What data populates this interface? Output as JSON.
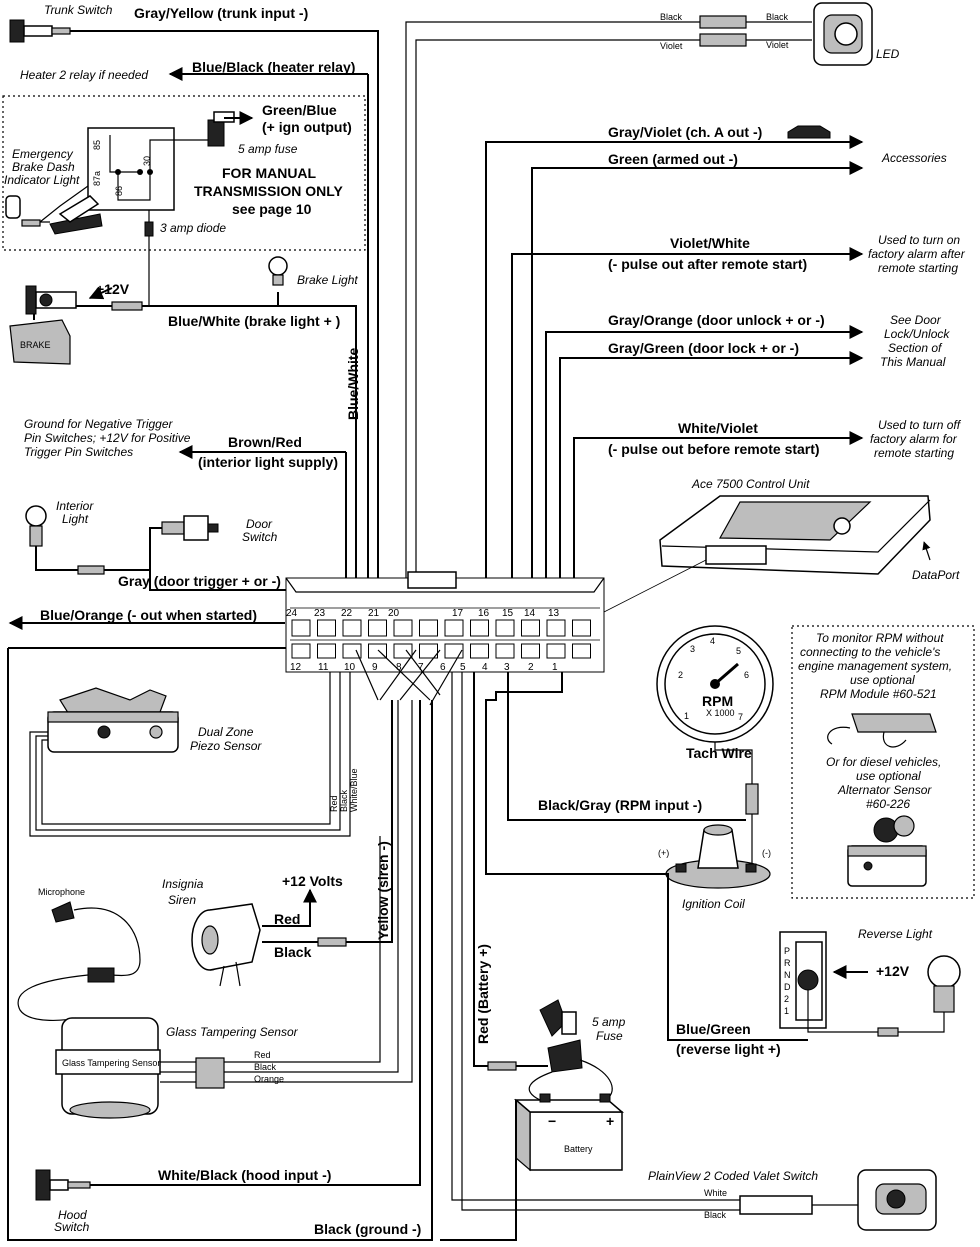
{
  "wires": {
    "trunk_input": "Gray/Yellow  (trunk input -)",
    "heater_relay": "Blue/Black (heater relay)",
    "ign_output_1": "Green/Blue",
    "ign_output_2": "(+ ign output)",
    "brake_light": "Blue/White  (brake light + )",
    "blue_white_vertical": "Blue/White",
    "interior_light_supply_1": "Brown/Red",
    "interior_light_supply_2": "(interior light supply)",
    "door_trigger": "Gray  (door trigger + or -)",
    "out_when_started": "Blue/Orange (- out when started)",
    "ch_a_out": "Gray/Violet  (ch. A out -)",
    "armed_out": "Green (armed out -)",
    "pulse_after_1": "Violet/White",
    "pulse_after_2": "(- pulse out after remote start)",
    "door_unlock": "Gray/Orange  (door unlock  + or -)",
    "door_lock": "Gray/Green     (door lock + or  -)",
    "pulse_before_1": "White/Violet",
    "pulse_before_2": "(- pulse out before remote start)",
    "rpm_input": "Black/Gray (RPM input -)",
    "siren_vertical": "Yellow (siren -)",
    "battery_vertical": "Red (Battery +)",
    "reverse_light_1": "Blue/Green",
    "reverse_light_2": "(reverse light +)",
    "hood_input": "White/Black (hood input -)",
    "ground": "Black (ground -)",
    "plus12v": "+12V",
    "plus12v_reverse": "+12V",
    "plus12_volts": "+12 Volts",
    "siren_red": "Red",
    "siren_black": "Black",
    "led_black_1": "Black",
    "led_black_2": "Black",
    "led_violet_1": "Violet",
    "led_violet_2": "Violet",
    "piezo_red": "Red",
    "piezo_black": "Black",
    "piezo_whiteblue": "White/Blue",
    "glass_red": "Red",
    "glass_black": "Black",
    "glass_orange": "Orange",
    "valet_white": "White",
    "valet_black": "Black",
    "tach_wire": "Tach Wire"
  },
  "components": {
    "trunk_switch": "Trunk Switch",
    "heater_note": "Heater 2 relay if needed",
    "led": "LED",
    "accessories": "Accessories",
    "factory_after_1": "Used to turn on",
    "factory_after_2": "factory alarm after",
    "factory_after_3": "remote starting",
    "door_lock_1": "See Door",
    "door_lock_2": "Lock/Unlock",
    "door_lock_3": "Section of",
    "door_lock_4": "This Manual",
    "factory_before_1": "Used to turn off",
    "factory_before_2": "factory  alarm for",
    "factory_before_3": "remote starting",
    "control_unit": "Ace 7500 Control Unit",
    "dataport": "DataPort",
    "ebrake_1": "Emergency",
    "ebrake_2": "Brake Dash",
    "ebrake_3": "Indicator Light",
    "fuse_5amp": "5 amp fuse",
    "diode": "3 amp diode",
    "manual_1": "FOR MANUAL",
    "manual_2": "TRANSMISSION ONLY",
    "manual_3": "see page 10",
    "brake_light": "Brake Light",
    "brake_pedal": "BRAKE",
    "ground_note_1": "Ground for Negative Trigger",
    "ground_note_2": "Pin Switches; +12V for Positive",
    "ground_note_3": "Trigger Pin Switches",
    "interior_light_1": "Interior",
    "interior_light_2": "Light",
    "door_switch_1": "Door",
    "door_switch_2": "Switch",
    "piezo_1": "Dual Zone",
    "piezo_2": "Piezo Sensor",
    "rpm_note_1": "To monitor RPM without",
    "rpm_note_2": "connecting to the vehicle's",
    "rpm_note_3": "engine management system,",
    "rpm_note_4": "use optional",
    "rpm_note_5": "RPM Module #60-521",
    "diesel_1": "Or for diesel vehicles,",
    "diesel_2": "use optional",
    "diesel_3": "Alternator Sensor",
    "diesel_4": "#60-226",
    "ignition_coil": "Ignition Coil",
    "coil_plus": "(+)",
    "coil_minus": "(-)",
    "microphone": "Microphone",
    "siren_1": "Insignia",
    "siren_2": "Siren",
    "glass_sensor": "Glass Tampering Sensor",
    "glass_label": "Glass Tampering Sensor",
    "reverse_light": "Reverse Light",
    "fuse_1": "5 amp",
    "fuse_2": "Fuse",
    "battery": "Battery",
    "battery_minus": "−",
    "battery_plus": "+",
    "valet_switch": "PlainView 2 Coded Valet Switch",
    "hood_switch_1": "Hood",
    "hood_switch_2": "Switch",
    "tach_rpm": "RPM",
    "tach_x1000": "X 1000",
    "relay_85": "85",
    "relay_87a": "87a",
    "relay_86": "86",
    "relay_30": "30",
    "prnd": [
      "P",
      "R",
      "N",
      "D",
      "2",
      "1"
    ]
  },
  "connector": {
    "top_pins": [
      "24",
      "23",
      "22",
      "21",
      "20",
      "",
      "17",
      "16",
      "15",
      "14",
      "13"
    ],
    "bottom_pins": [
      "12",
      "11",
      "10",
      "9",
      "8",
      "7",
      "6",
      "5",
      "4",
      "3",
      "2",
      "1"
    ]
  },
  "tach": {
    "marks": [
      "1",
      "2",
      "3",
      "4",
      "5",
      "6",
      "7"
    ]
  }
}
